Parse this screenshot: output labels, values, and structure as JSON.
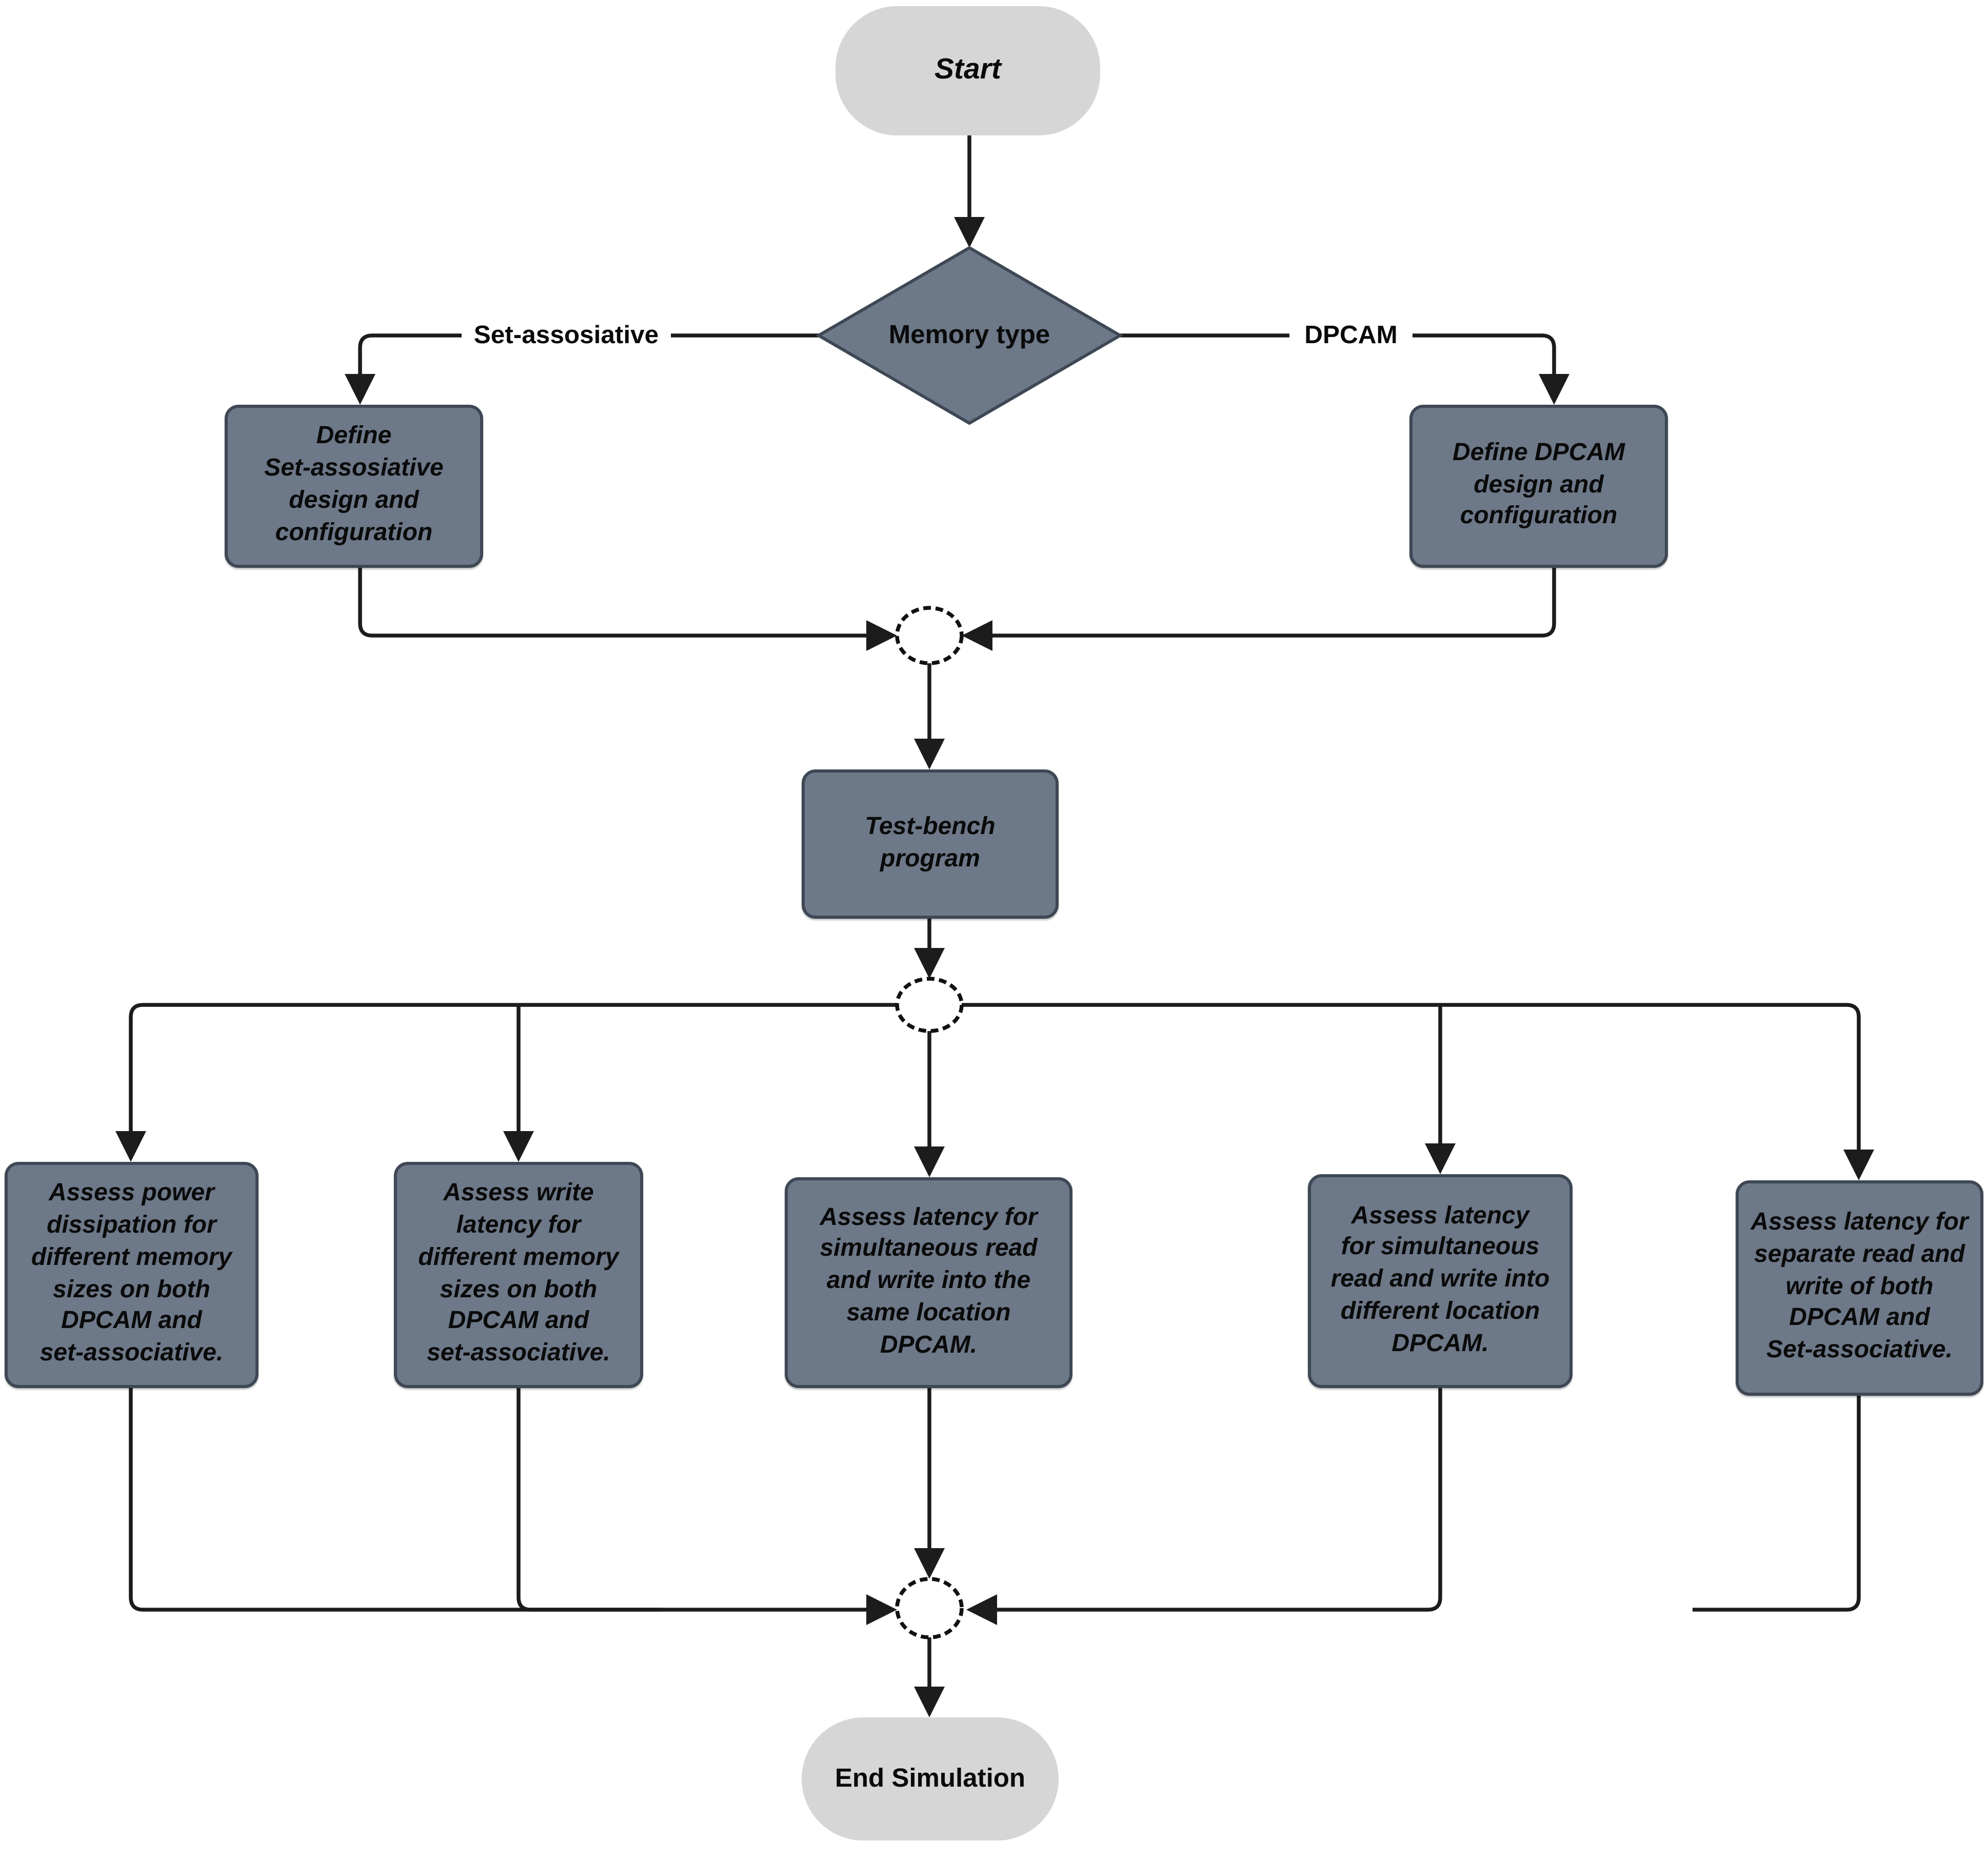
{
  "figure": {
    "type": "flowchart",
    "background": "#ffffff"
  },
  "colors": {
    "process_fill": "#6d7888",
    "process_border": "#3e4855",
    "decision_fill": "#6d7888",
    "decision_border": "#3e4855",
    "terminator_fill": "#d6d6d6",
    "junction_fill": "#ffffff",
    "line_color": "#1c1c1c",
    "text_color": "#0a0a0a"
  },
  "nodes": {
    "start": {
      "label": "Start",
      "shape": "terminator"
    },
    "memory_type": {
      "label": "Memory type",
      "shape": "decision"
    },
    "define_set_assosiative": {
      "label": "Define\nSet-assosiative\ndesign and\nconfiguration",
      "shape": "process"
    },
    "define_dpcam": {
      "label": "Define DPCAM\ndesign and\nconfiguration",
      "shape": "process"
    },
    "test_bench": {
      "label": "Test-bench\nprogram",
      "shape": "process"
    },
    "assess_power": {
      "label": "Assess power\ndissipation for\ndifferent memory\nsizes on both\nDPCAM and\nset-associative.",
      "shape": "process"
    },
    "assess_write_latency": {
      "label": "Assess write\nlatency for\ndifferent memory\nsizes on both\nDPCAM and\nset-associative.",
      "shape": "process"
    },
    "assess_latency_same_location": {
      "label": "Assess latency for\nsimultaneous read\nand write into the\nsame location\nDPCAM.",
      "shape": "process"
    },
    "assess_latency_different_location": {
      "label": "Assess latency\nfor simultaneous\nread and write into\ndifferent location\nDPCAM.",
      "shape": "process"
    },
    "assess_latency_separate": {
      "label": "Assess latency for\nseparate read and\nwrite of both\nDPCAM and\nSet-associative.",
      "shape": "process"
    },
    "end": {
      "label": "End Simulation",
      "shape": "terminator"
    }
  },
  "edge_labels": {
    "left_branch": "Set-assosiative",
    "right_branch": "DPCAM"
  }
}
